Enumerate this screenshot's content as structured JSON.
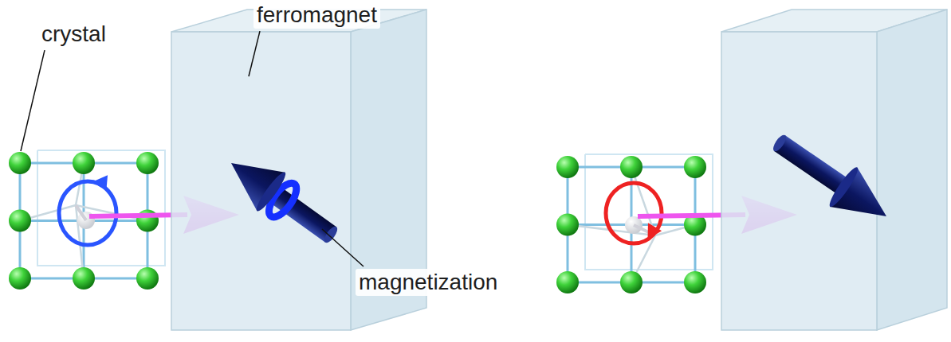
{
  "diagram": {
    "labels": [
      "crystal",
      "ferromagnet",
      "magnetization"
    ]
  }
}
